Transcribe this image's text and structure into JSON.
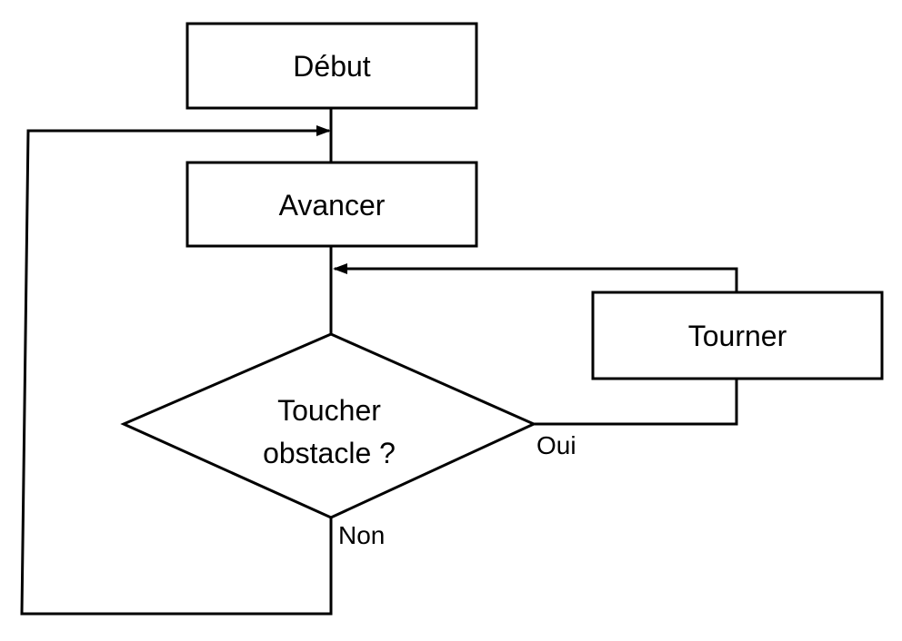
{
  "nodes": {
    "start": {
      "label": "Début"
    },
    "forward": {
      "label": "Avancer"
    },
    "turn": {
      "label": "Tourner"
    },
    "decision": {
      "label_line1": "Toucher",
      "label_line2": "obstacle ?"
    }
  },
  "edges": {
    "yes_label": "Oui",
    "no_label": "Non"
  },
  "colors": {
    "stroke": "#000000",
    "fill": "#ffffff"
  }
}
